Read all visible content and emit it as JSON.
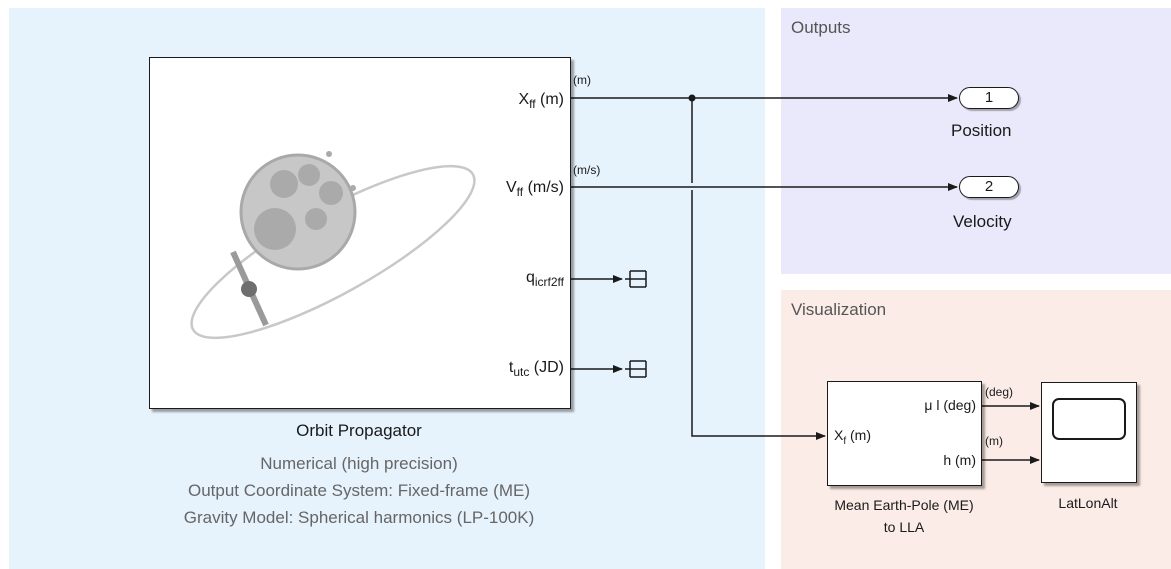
{
  "areas": {
    "outputs_title": "Outputs",
    "visualization_title": "Visualization"
  },
  "orbit_propagator": {
    "name": "Orbit Propagator",
    "info": [
      "Numerical (high precision)",
      "Output Coordinate System: Fixed-frame (ME)",
      "Gravity Model: Spherical harmonics (LP-100K)"
    ],
    "ports": {
      "x_main": "X",
      "x_sub": "ff",
      "x_unit": " (m)",
      "v_main": "V",
      "v_sub": "ff",
      "v_unit": " (m/s)",
      "q_main": "q",
      "q_sub": "icrf2ff",
      "t_main": "t",
      "t_sub": "utc",
      "t_unit": " (JD)"
    }
  },
  "signal_labels": {
    "position_unit": "(m)",
    "velocity_unit": "(m/s)",
    "lat_lon_unit": "(deg)",
    "altitude_unit": "(m)"
  },
  "outports": [
    {
      "number": "1",
      "label": "Position"
    },
    {
      "number": "2",
      "label": "Velocity"
    }
  ],
  "lla_block": {
    "name_line1": "Mean Earth-Pole (ME)",
    "name_line2": "to LLA",
    "in_main": "X",
    "in_sub": "f",
    "in_unit": " (m)",
    "out1": "μ l (deg)",
    "out2": "h (m)"
  },
  "scope": {
    "name": "LatLonAlt"
  },
  "colors": {
    "main_area": "#e6f2fc",
    "outputs_area": "#e9e9fb",
    "visualization_area": "#fcece7"
  }
}
